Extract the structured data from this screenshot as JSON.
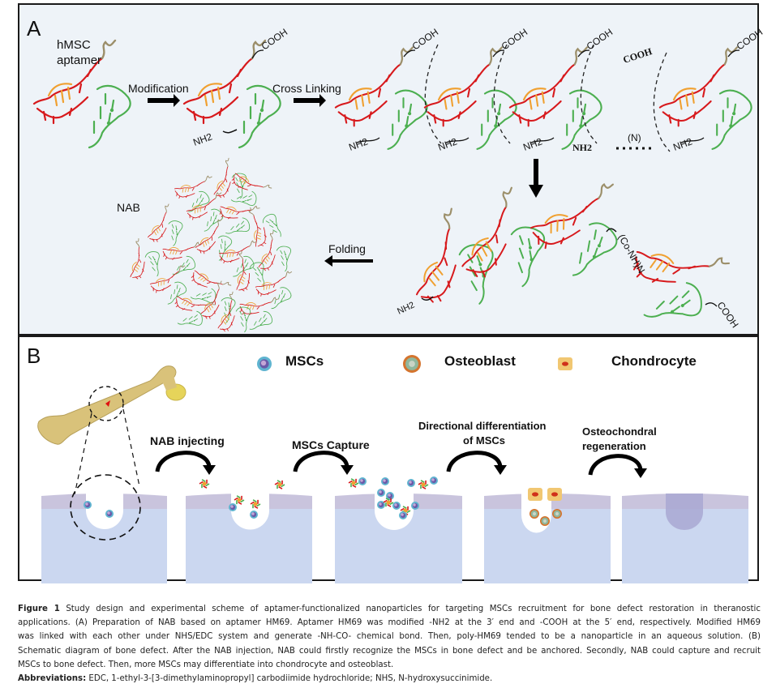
{
  "panel_a": {
    "label": "A",
    "hmsc_label_line1": "hMSC",
    "hmsc_label_line2": "aptamer",
    "step_modification": "Modification",
    "step_cross_linking": "Cross Linking",
    "step_folding": "Folding",
    "nab_label": "NAB",
    "cooh": "COOH",
    "nh2": "NH2",
    "repeat_n": "(N)",
    "co_nh_n": "(Co-NH)N",
    "colors": {
      "background": "#eef3f8",
      "red_strand": "#d7191c",
      "orange_strand": "#f0a030",
      "green_strand": "#4caf50",
      "tail": "#9c8f6a"
    }
  },
  "panel_b": {
    "label": "B",
    "legend": [
      {
        "icon": "msc-cell-icon",
        "label": "MSCs"
      },
      {
        "icon": "osteoblast-cell-icon",
        "label": "Osteoblast"
      },
      {
        "icon": "chondrocyte-cell-icon",
        "label": "Chondrocyte"
      }
    ],
    "steps": [
      {
        "label_line1": "NAB injecting",
        "label_line2": ""
      },
      {
        "label_line1": "MSCs Capture",
        "label_line2": ""
      },
      {
        "label_line1": "Directional differentiation",
        "label_line2": "of MSCs"
      },
      {
        "label_line1": "Osteochondral",
        "label_line2": "regeneration"
      }
    ],
    "colors": {
      "cartilage": "#c9c4dd",
      "bone": "#cbd7f0",
      "bone_model": "#d9c27a",
      "regenerated": "#a9a8d2"
    }
  },
  "caption": {
    "figure_label": "Figure 1",
    "lines": [
      "Study design and experimental scheme of aptamer-functionalized nanoparticles for targeting MSCs recruitment for bone defect restoration in theranostic",
      "applications. (A) Preparation of NAB based on aptamer HM69. Aptamer HM69 was modified -NH2 at the 3′ end and -COOH at the 5′ end, respectively. Modified HM69",
      "was linked with each other under NHS/EDC system and generate -NH-CO- chemical bond. Then, poly-HM69 tended to be a nanoparticle in an aqueous solution. (B)",
      "Schematic diagram of bone defect. After the NAB injection, NAB could firstly recognize the MSCs in bone defect and be anchored. Secondly, NAB could capture and recruit",
      "MSCs to bone defect. Then, more MSCs may differentiate into chondrocyte and osteoblast."
    ],
    "abbreviations_label": "Abbreviations:",
    "abbreviations_text": "EDC, 1-ethyl-3-[3-dimethylaminopropyl] carbodiimide hydrochloride; NHS, N-hydroxysuccinimide."
  }
}
